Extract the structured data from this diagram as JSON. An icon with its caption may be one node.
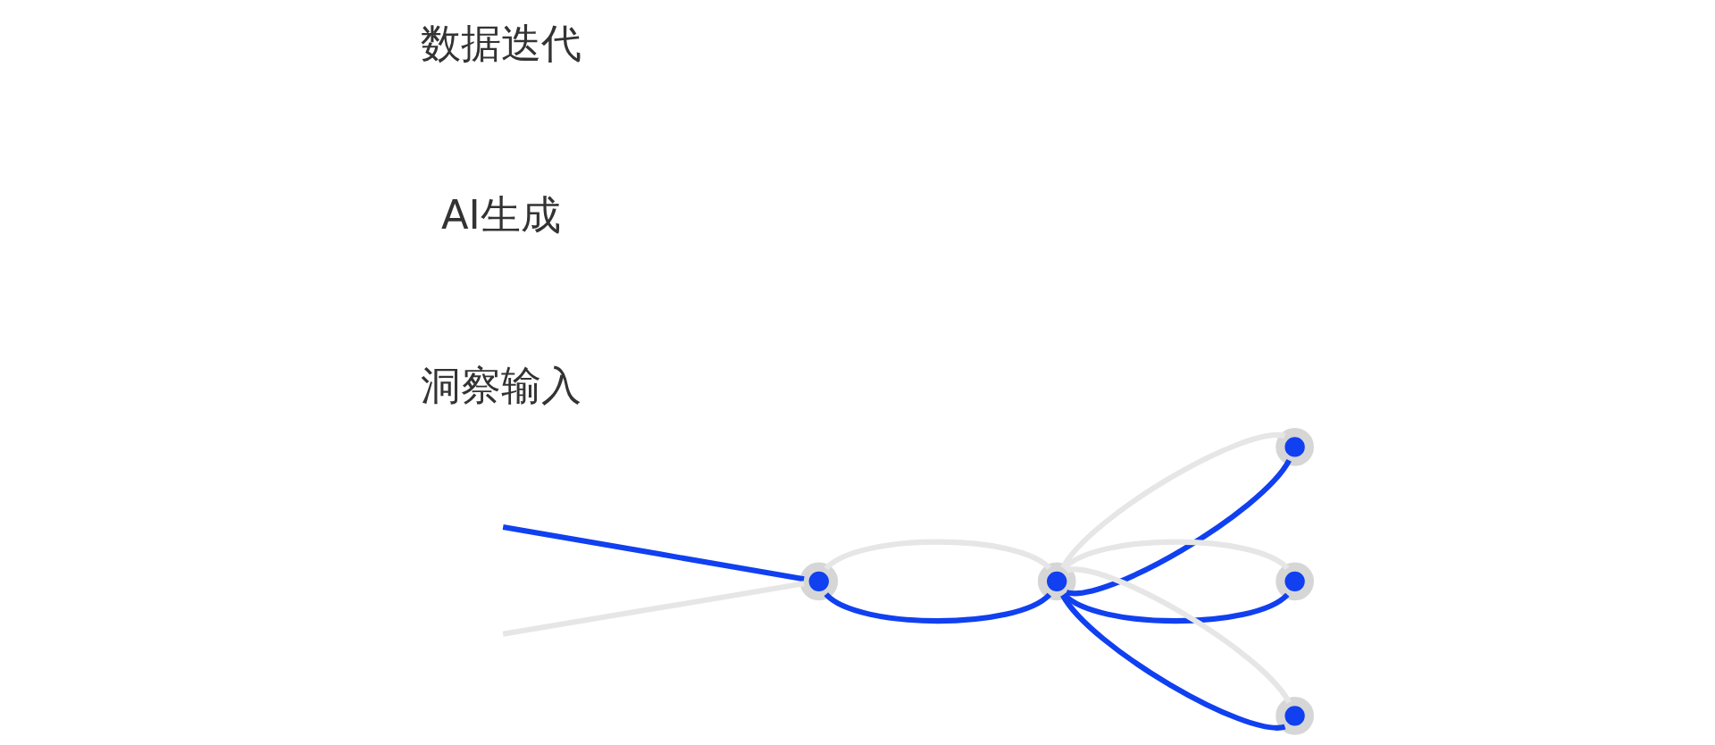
{
  "diagram": {
    "nodes": [
      {
        "text": [],
        "shape": "circle"
      },
      {
        "text": [],
        "shape": "circle"
      },
      {
        "text": [],
        "shape": "circle"
      },
      {
        "text": [],
        "shape": "circle"
      },
      {
        "text": [],
        "shape": "circle"
      }
    ],
    "edges": [
      {
        "from": null,
        "to": 0,
        "arrow": "none"
      },
      {
        "from": 0,
        "to": 1,
        "arrow": "none"
      },
      {
        "from": 1,
        "to": 2,
        "arrow": "none"
      },
      {
        "from": 1,
        "to": 3,
        "arrow": "none"
      },
      {
        "from": 1,
        "to": 4,
        "arrow": "none"
      },
      {
        "from": null,
        "to": 0,
        "arrow": "none",
        "color": "#e6e6e6"
      },
      {
        "from": 0,
        "to": 1,
        "arrow": "none",
        "color": "#e6e6e6"
      },
      {
        "from": 1,
        "to": 2,
        "arrow": "none",
        "color": "#e6e6e6"
      },
      {
        "from": 1,
        "to": 3,
        "arrow": "none",
        "color": "#e6e6e6"
      },
      {
        "from": 1,
        "to": 4,
        "arrow": "none",
        "color": "#e6e6e6"
      }
    ],
    "labels": [
      "洞察输入",
      "AI生成",
      "数据迭代"
    ]
  }
}
